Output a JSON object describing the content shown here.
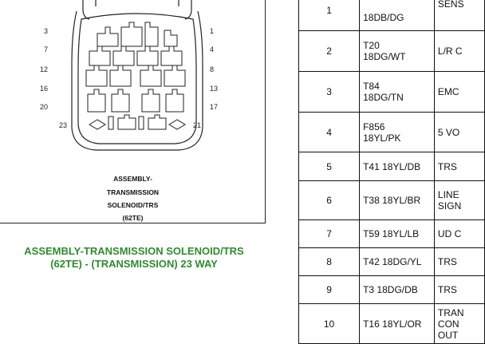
{
  "diagram": {
    "pin_labels": {
      "p3": "3",
      "p1": "1",
      "p7": "7",
      "p4": "4",
      "p12": "12",
      "p8": "8",
      "p16": "16",
      "p13": "13",
      "p20": "20",
      "p17": "17",
      "p23": "23",
      "p21": "21"
    },
    "caption_lines": [
      "ASSEMBLY-",
      "TRANSMISSION",
      "SOLENOID/TRS",
      "(62TE)"
    ]
  },
  "title_lines": [
    "ASSEMBLY-TRANSMISSION SOLENOID/TRS",
    "(62TE) - (TRANSMISSION) 23 WAY"
  ],
  "table": {
    "rows": [
      {
        "cavity": "1",
        "wire": [
          "18DB/DG"
        ],
        "function": [
          "SENS"
        ]
      },
      {
        "cavity": "2",
        "wire": [
          "T20",
          "18DG/WT"
        ],
        "function": [
          "L/R C"
        ]
      },
      {
        "cavity": "3",
        "wire": [
          "T84",
          "18DG/TN"
        ],
        "function": [
          "EMC"
        ]
      },
      {
        "cavity": "4",
        "wire": [
          "F856",
          "18YL/PK"
        ],
        "function": [
          "5 VO"
        ]
      },
      {
        "cavity": "5",
        "wire": [
          "T41 18YL/DB"
        ],
        "function": [
          "TRS"
        ]
      },
      {
        "cavity": "6",
        "wire": [
          "T38 18YL/BR"
        ],
        "function": [
          "LINE",
          "SIGN"
        ]
      },
      {
        "cavity": "7",
        "wire": [
          "T59 18YL/LB"
        ],
        "function": [
          "UD C"
        ]
      },
      {
        "cavity": "8",
        "wire": [
          "T42 18DG/YL"
        ],
        "function": [
          "TRS"
        ]
      },
      {
        "cavity": "9",
        "wire": [
          "T3 18DG/DB"
        ],
        "function": [
          "TRS"
        ]
      },
      {
        "cavity": "10",
        "wire": [
          "T16 18YL/OR"
        ],
        "function": [
          "TRAN",
          "CON",
          "OUT"
        ]
      }
    ]
  }
}
